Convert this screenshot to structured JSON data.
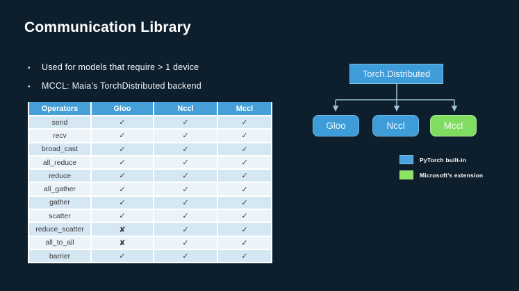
{
  "slide": {
    "title": "Communication Library",
    "bullets": [
      "Used for models that require > 1 device",
      "MCCL: Maia’s TorchDistributed backend"
    ]
  },
  "table": {
    "headers": [
      "Operators",
      "Gloo",
      "Nccl",
      "Mccl"
    ],
    "rows": [
      [
        "send",
        "✓",
        "✓",
        "✓"
      ],
      [
        "recv",
        "✓",
        "✓",
        "✓"
      ],
      [
        "broad_cast",
        "✓",
        "✓",
        "✓"
      ],
      [
        "all_reduce",
        "✓",
        "✓",
        "✓"
      ],
      [
        "reduce",
        "✓",
        "✓",
        "✓"
      ],
      [
        "all_gather",
        "✓",
        "✓",
        "✓"
      ],
      [
        "gather",
        "✓",
        "✓",
        "✓"
      ],
      [
        "scatter",
        "✓",
        "✓",
        "✓"
      ],
      [
        "reduce_scatter",
        "✘",
        "✓",
        "✓"
      ],
      [
        "all_to_all",
        "✘",
        "✓",
        "✓"
      ],
      [
        "barrier",
        "✓",
        "✓",
        "✓"
      ]
    ]
  },
  "diagram": {
    "root_label": "Torch.Distributed",
    "children": [
      {
        "label": "Gloo",
        "type": "pytorch-built-in"
      },
      {
        "label": "Nccl",
        "type": "pytorch-built-in"
      },
      {
        "label": "Mccl",
        "type": "microsoft-extension"
      }
    ],
    "legend": [
      {
        "label": "PyTorch built-in",
        "color": "#4aa3dc"
      },
      {
        "label": "Microsoft’s extension",
        "color": "#8de45f"
      }
    ]
  },
  "colors": {
    "background": "#0d1f2d",
    "table_header_blue": "#479fd8",
    "row_band_dark": "#d5e7f3",
    "row_band_light": "#ecf4fa",
    "node_blue": "#3e9cd9",
    "node_green": "#81dc62",
    "connector": "#9fc2d8"
  }
}
